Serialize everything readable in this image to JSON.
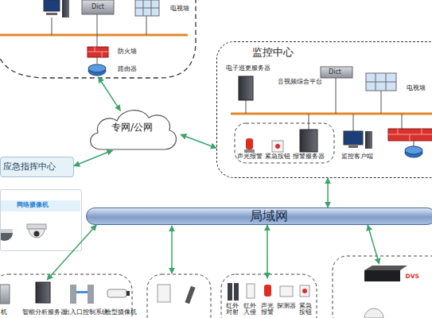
{
  "diagram": {
    "nodes": [
      {
        "text": [
          "电视墙"
        ]
      },
      {
        "text": [
          "防火墙"
        ]
      },
      {
        "text": [
          "路由器"
        ]
      },
      {
        "text": [
          "专网/公网"
        ]
      },
      {
        "text": [
          "监控中心"
        ]
      },
      {
        "text": [
          "电子巡更服务器"
        ],
        "in": 4
      },
      {
        "text": [
          "音视频综合平台"
        ],
        "in": 4
      },
      {
        "text": [
          "电视墙"
        ],
        "in": 4
      },
      {
        "text": [
          "声光报警"
        ],
        "in": 4
      },
      {
        "text": [
          "紧急按钮"
        ],
        "in": 4
      },
      {
        "text": [
          "报警服务器"
        ],
        "in": 4
      },
      {
        "text": [
          "监控客户端"
        ],
        "in": 4
      },
      {
        "text": [
          "应急指挥中心"
        ]
      },
      {
        "text": [
          "网络摄像机"
        ]
      },
      {
        "text": [
          "局域网"
        ]
      },
      {
        "text": [
          "智能分析服务器"
        ]
      },
      {
        "text": [
          "出入口控制系统"
        ]
      },
      {
        "text": [
          "枪型摄像机"
        ]
      },
      {
        "text": [
          "红外对射"
        ]
      },
      {
        "text": [
          "红外入侵"
        ]
      },
      {
        "text": [
          "声光报警"
        ]
      },
      {
        "text": [
          "探测器"
        ]
      },
      {
        "text": [
          "紧急按钮"
        ]
      },
      {
        "text": [
          "DVS"
        ]
      }
    ],
    "edges": [
      {
        "from": 2,
        "to": 3,
        "arrow": "both"
      },
      {
        "from": 3,
        "to": 4,
        "arrow": "both"
      },
      {
        "from": 3,
        "to": 12,
        "arrow": "both"
      },
      {
        "from": 4,
        "to": 14,
        "arrow": "both"
      },
      {
        "from": 14,
        "to": 15,
        "arrow": "both"
      },
      {
        "from": 14,
        "to": 20,
        "arrow": "both"
      },
      {
        "from": 14,
        "to": 23,
        "arrow": "both"
      }
    ],
    "labels": [
      "Dict",
      "Dict",
      "机"
    ]
  }
}
